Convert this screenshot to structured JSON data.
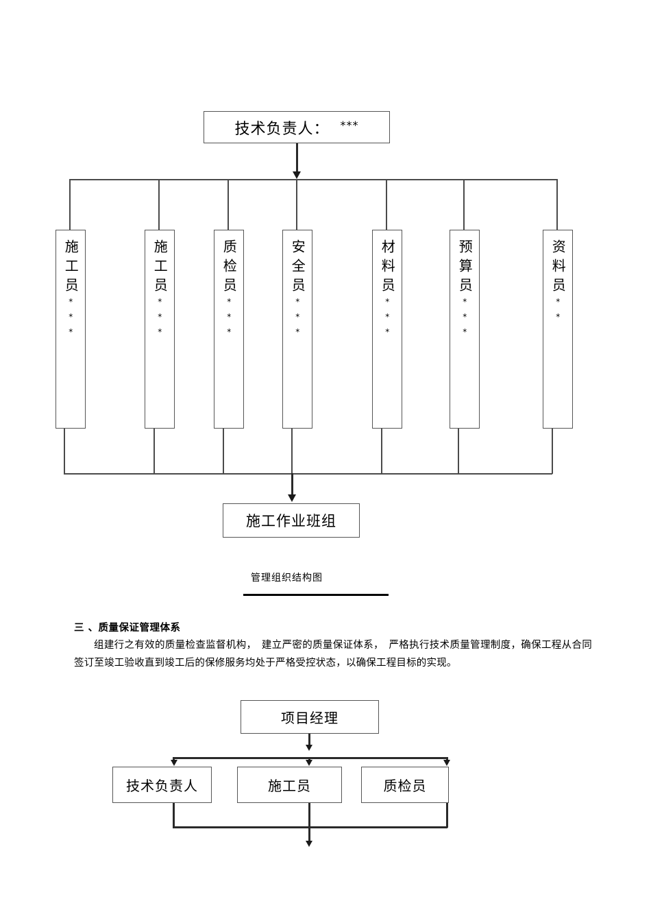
{
  "org_chart": {
    "top": {
      "label": "技术负责人：",
      "stars": "***"
    },
    "roles": [
      {
        "name": "施工员",
        "stars": "***"
      },
      {
        "name": "施工员",
        "stars": "***"
      },
      {
        "name": "质检员",
        "stars": "***"
      },
      {
        "name": "安全员",
        "stars": "***"
      },
      {
        "name": "材料员",
        "stars": "***"
      },
      {
        "name": "预算员",
        "stars": "***"
      },
      {
        "name": "资料员",
        "stars": "**"
      }
    ],
    "bottom": {
      "label": "施工作业班组"
    },
    "caption": "管理组织结构图"
  },
  "section": {
    "heading": "三 、质量保证管理体系",
    "paragraph": "组建行之有效的质量检查监督机构，　建立严密的质量保证体系，　严格执行技术质量管理制度，确保工程从合同签订至竣工验收直到竣工后的保修服务均处于严格受控状态，以确保工程目标的实现。"
  },
  "quality_chart": {
    "root": {
      "label": "项目经理"
    },
    "tiers": [
      {
        "label": "技术负责人"
      },
      {
        "label": "施工员"
      },
      {
        "label": "质检员"
      }
    ]
  },
  "colors": {
    "line": "#4a4a4a",
    "line_dark": "#1a1a1a",
    "box_border": "#555555",
    "text": "#000000",
    "background": "#ffffff"
  }
}
